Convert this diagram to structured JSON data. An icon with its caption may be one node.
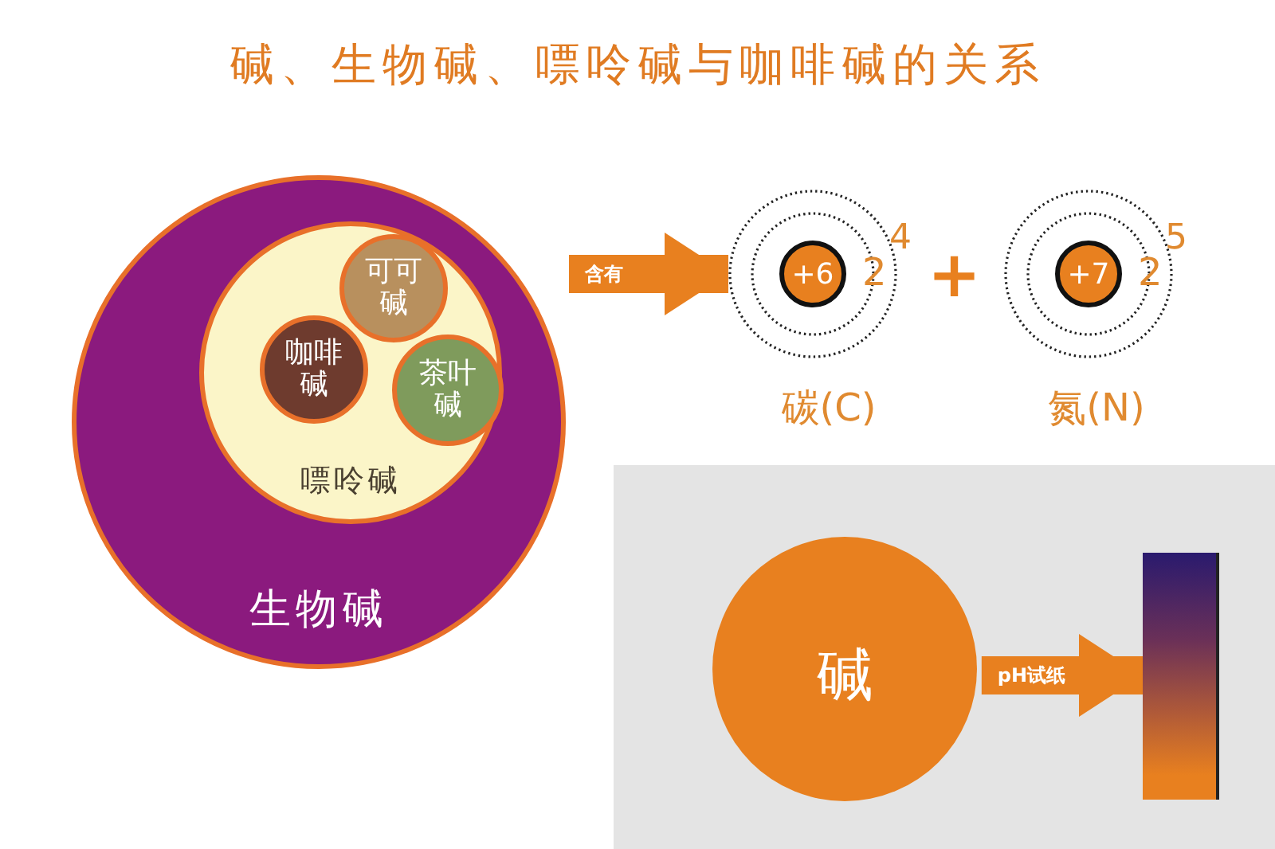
{
  "diagram": {
    "title": "碱、生物碱、嘌呤碱与咖啡碱的关系",
    "nodes": [
      {
        "text": [
          "生物碱"
        ]
      },
      {
        "text": [
          "嘌呤碱"
        ],
        "in": 0
      },
      {
        "text": [
          "可可碱"
        ],
        "in": 1
      },
      {
        "text": [
          "咖啡碱"
        ],
        "in": 1
      },
      {
        "text": [
          "茶叶碱"
        ],
        "in": 1
      },
      {
        "text": [
          "+6",
          "2",
          "4"
        ],
        "beside": [
          "碳(C)"
        ]
      },
      {
        "text": [
          "+7",
          "2",
          "5"
        ],
        "beside": [
          "氮(N)"
        ]
      },
      {
        "text": [
          "碱"
        ]
      },
      {
        "text": [],
        "shape": "bar"
      }
    ],
    "edges": [
      {
        "from": 0,
        "to": 5,
        "label": "含有",
        "arrow": "to"
      },
      {
        "from": 7,
        "to": 8,
        "label": "pH试纸",
        "arrow": "to"
      }
    ],
    "labels": [
      "+"
    ]
  }
}
